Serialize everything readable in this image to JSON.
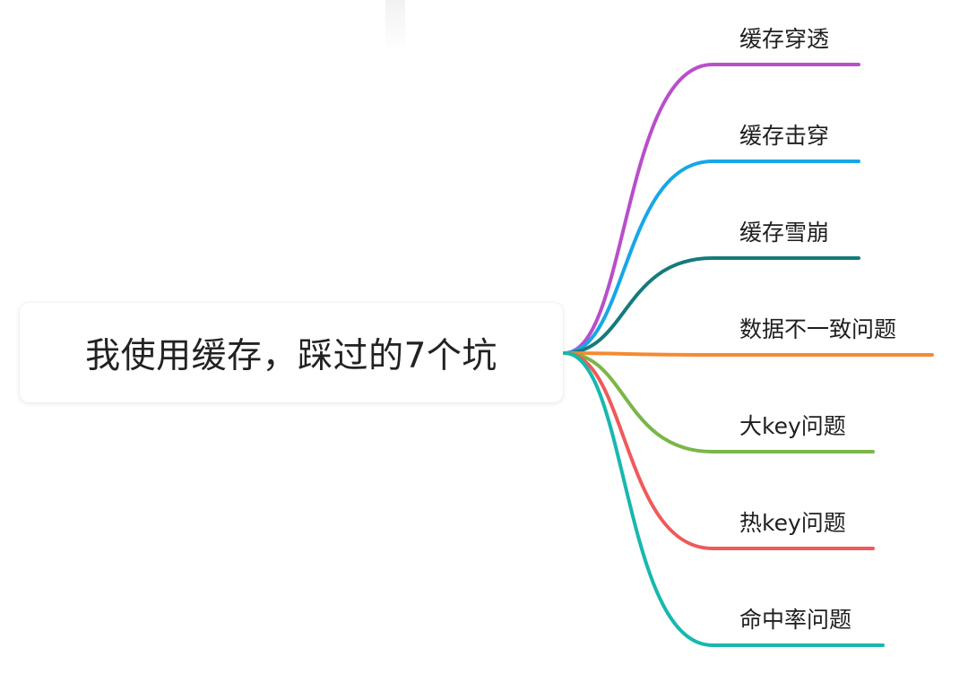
{
  "root": {
    "label": "我使用缓存，踩过的7个坑"
  },
  "branches": [
    {
      "label": "缓存穿透",
      "color": "#b84fc9"
    },
    {
      "label": "缓存击穿",
      "color": "#16a7e8"
    },
    {
      "label": "缓存雪崩",
      "color": "#167a7c"
    },
    {
      "label": "数据不一致问题",
      "color": "#f58a32"
    },
    {
      "label": "大key问题",
      "color": "#7ab648"
    },
    {
      "label": "热key问题",
      "color": "#ef5a5a"
    },
    {
      "label": "命中率问题",
      "color": "#17b8ae"
    }
  ]
}
